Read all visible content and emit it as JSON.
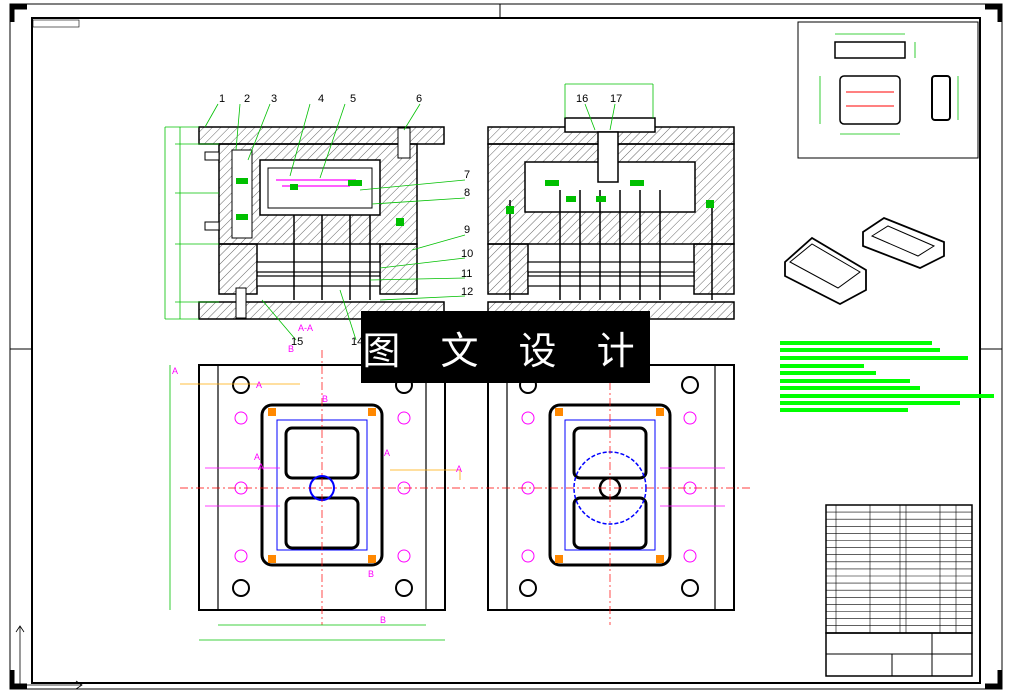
{
  "sheet": {
    "watermark": "图 文 设 计",
    "section_label": "A-A",
    "part_numbers": [
      "1",
      "2",
      "3",
      "4",
      "5",
      "6",
      "7",
      "8",
      "9",
      "10",
      "11",
      "12",
      "14",
      "15",
      "16",
      "17"
    ],
    "section_marks": [
      "A",
      "A",
      "A",
      "A",
      "B",
      "B",
      "B",
      "B",
      "A",
      "A"
    ],
    "colors": {
      "frame": "#000000",
      "hatch": "#000000",
      "dimension": "#00c000",
      "center_line": "#ff0000",
      "cooling": "#ff00ff",
      "cavity": "#0000ff",
      "note_block": "#00ff00",
      "inset_border": "#000000"
    }
  }
}
